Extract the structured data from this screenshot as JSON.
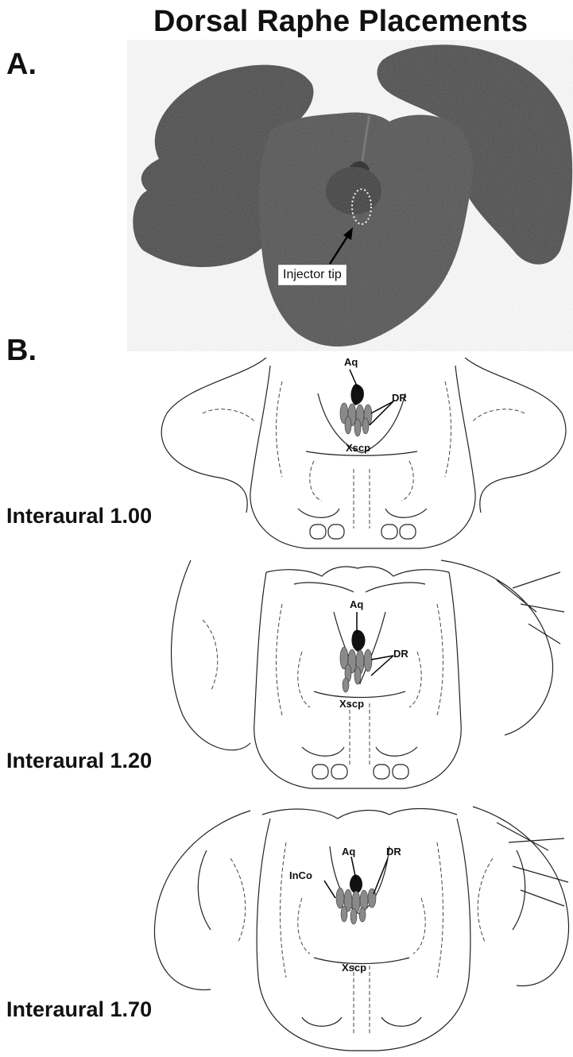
{
  "title": "Dorsal Raphe Placements",
  "panel_a": {
    "label": "A.",
    "callout": "Injector tip"
  },
  "panel_b": {
    "label": "B.",
    "sections": [
      {
        "level_label": "Interaural 1.00",
        "labels": {
          "aq": "Aq",
          "dr": "DR",
          "xscp": "Xscp"
        }
      },
      {
        "level_label": "Interaural 1.20",
        "labels": {
          "aq": "Aq",
          "dr": "DR",
          "xscp": "Xscp"
        }
      },
      {
        "level_label": "Interaural 1.70",
        "labels": {
          "aq": "Aq",
          "dr": "DR",
          "xscp": "Xscp",
          "inco": "InCo"
        }
      }
    ]
  },
  "colors": {
    "tissue": "#4a4a4a",
    "tissue_dark": "#2e2e2e",
    "placement": "#8a8a8a",
    "line": "#222222"
  }
}
